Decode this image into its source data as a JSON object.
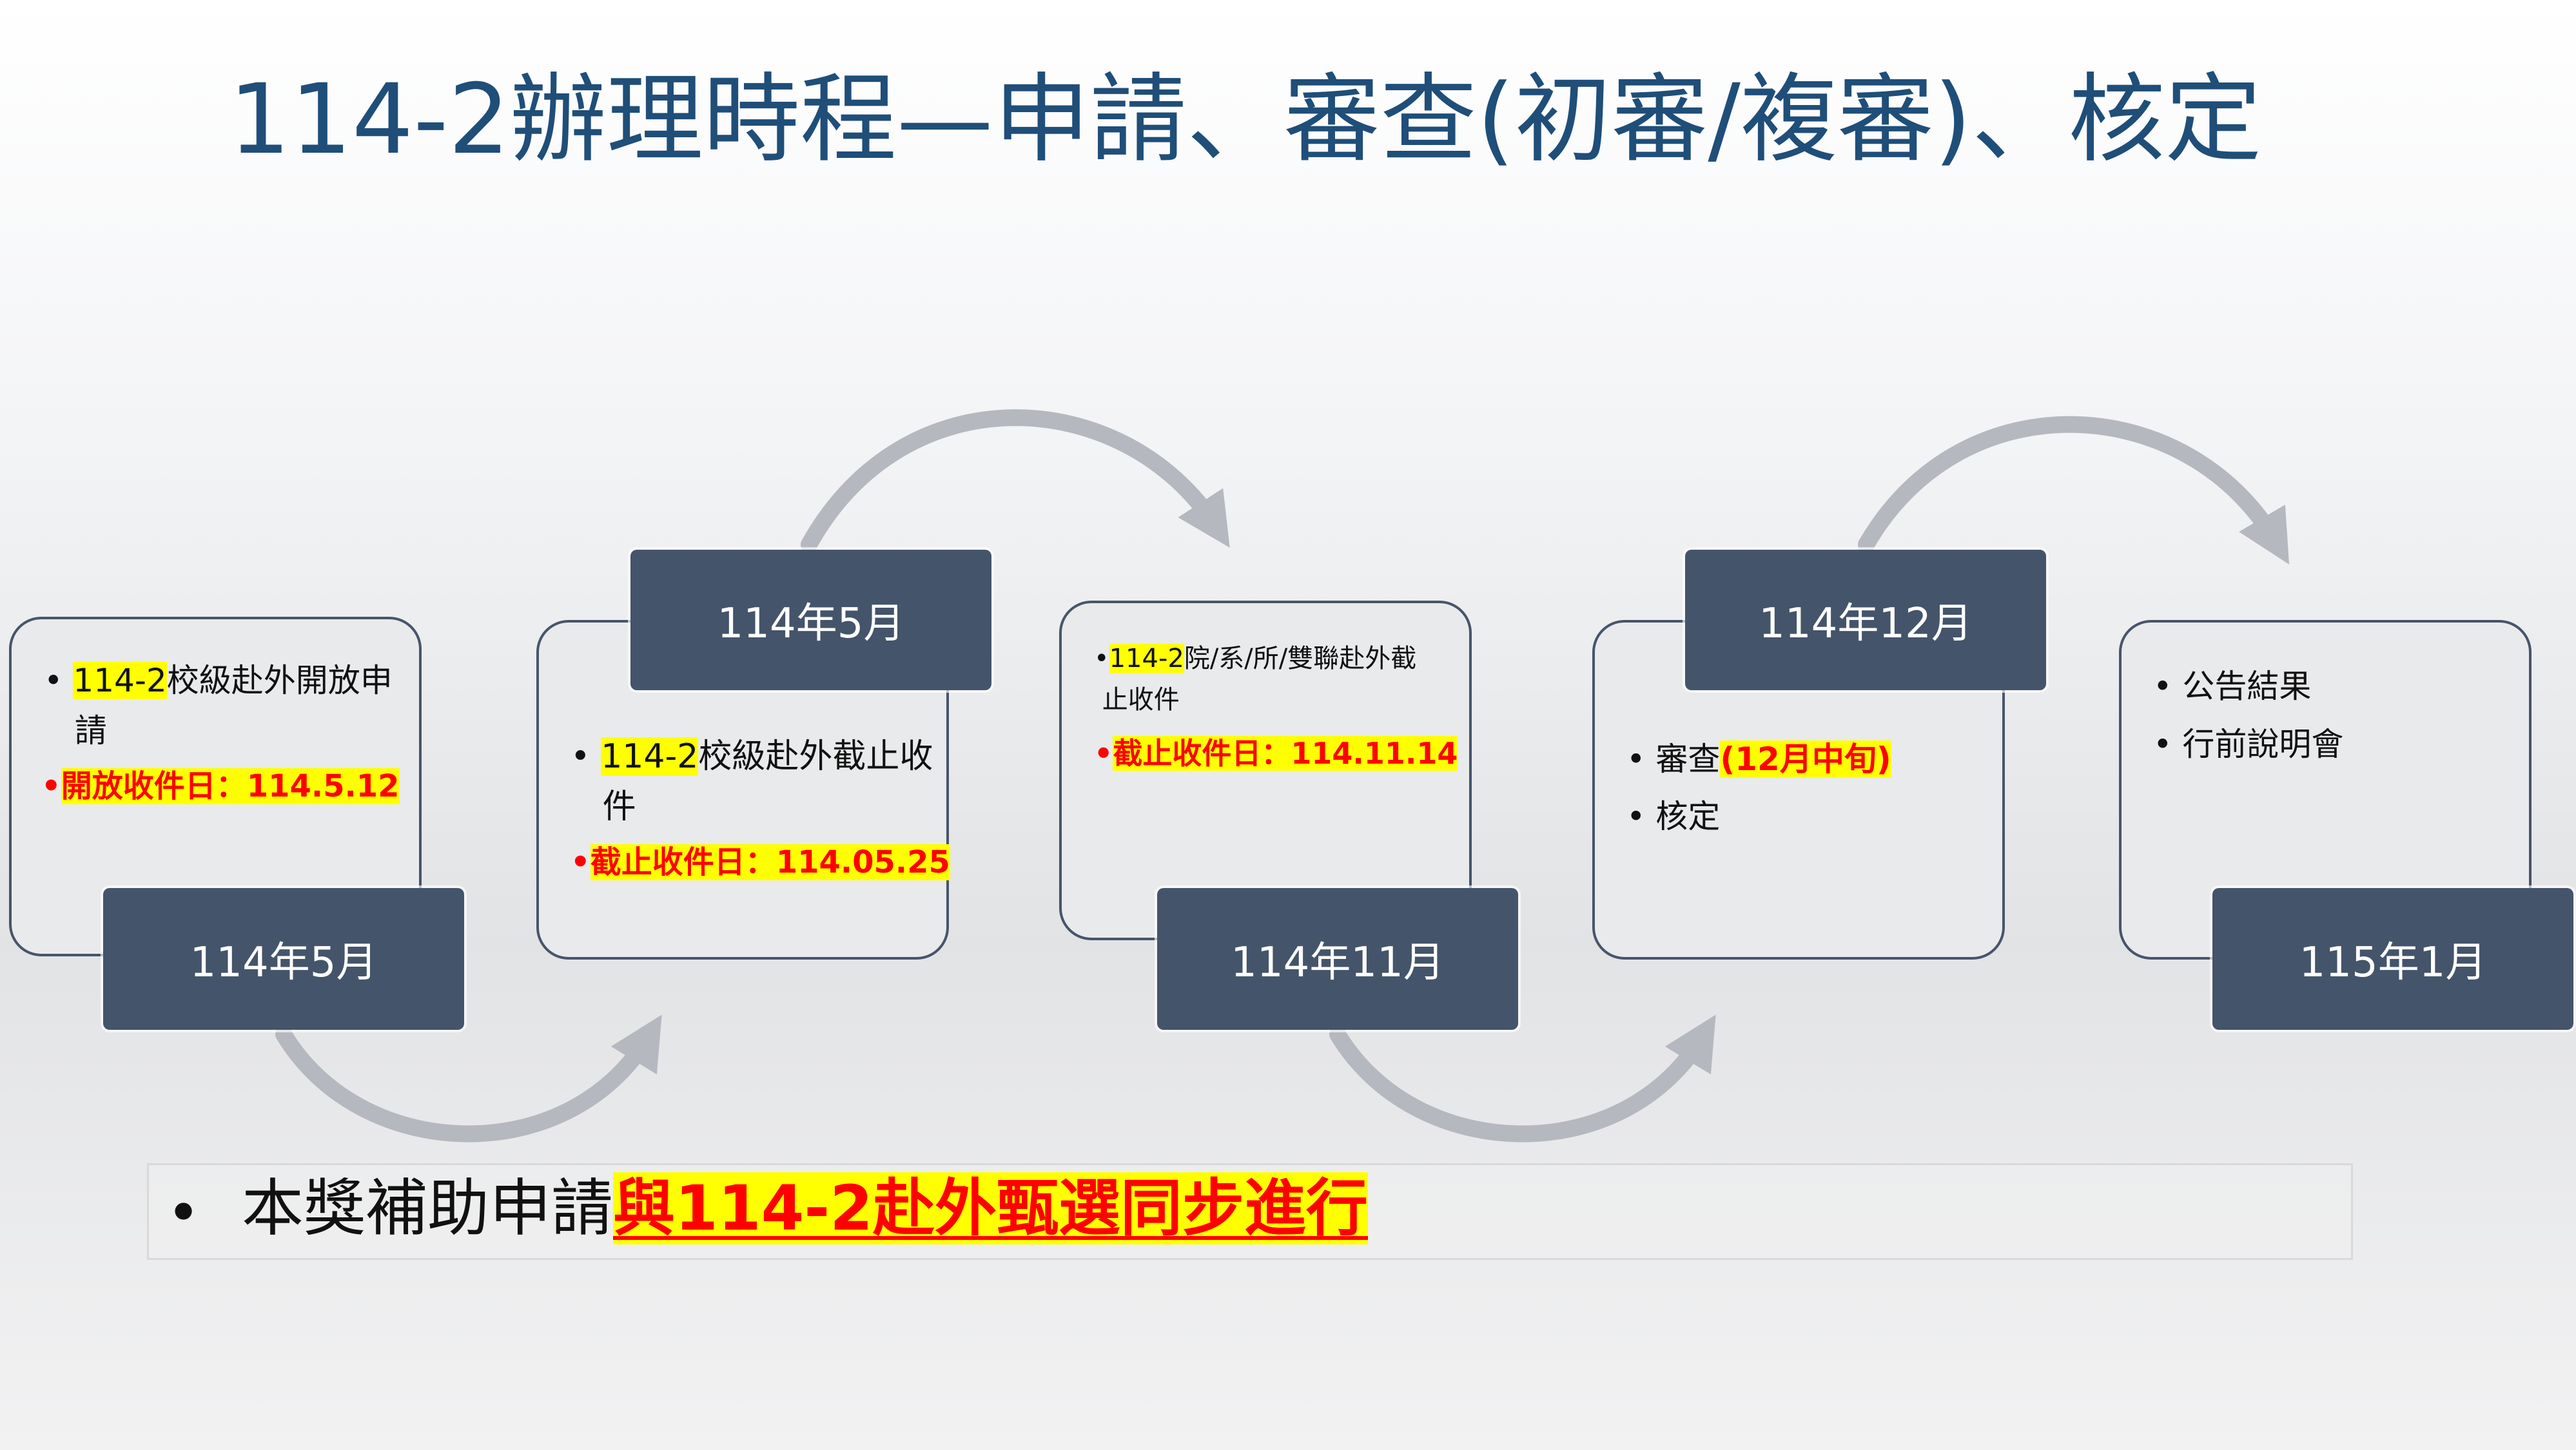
{
  "title": "114-2辦理時程—申請、審查(初審/複審)、核定",
  "bullet": "•",
  "steps": [
    {
      "date": "114年5月",
      "item_a_hl": "114-2",
      "item_a": "校級赴外開放申",
      "item_a_wrap": "請",
      "red_label": "開放收件日：114.5.12"
    },
    {
      "date": "114年5月",
      "item_a_hl": "114-2",
      "item_a": "校級赴外截止收",
      "item_a_wrap": "件",
      "red_label": "截止收件日：114.05.25"
    },
    {
      "date": "114年11月",
      "item_a_hl": "114-2",
      "item_a": "院/系/所/雙聯赴外截",
      "item_a_wrap": "止收件",
      "red_label": "截止收件日：114.11.14"
    },
    {
      "date": "114年12月",
      "item_a": "審查",
      "item_a_hl": "(12月中旬)",
      "item_b": "核定"
    },
    {
      "date": "115年1月",
      "item_a": "公告結果",
      "item_b": "行前說明會"
    }
  ],
  "footer": {
    "bullet": "•",
    "text": "本獎補助申請",
    "highlight": "與114-2赴外甄選同步進行"
  },
  "colors": {
    "title": "#1f4e79",
    "date_box": "#44546a",
    "arrow": "#b5b8bf",
    "highlight": "#ffff00",
    "emphasis": "#ff0000"
  }
}
